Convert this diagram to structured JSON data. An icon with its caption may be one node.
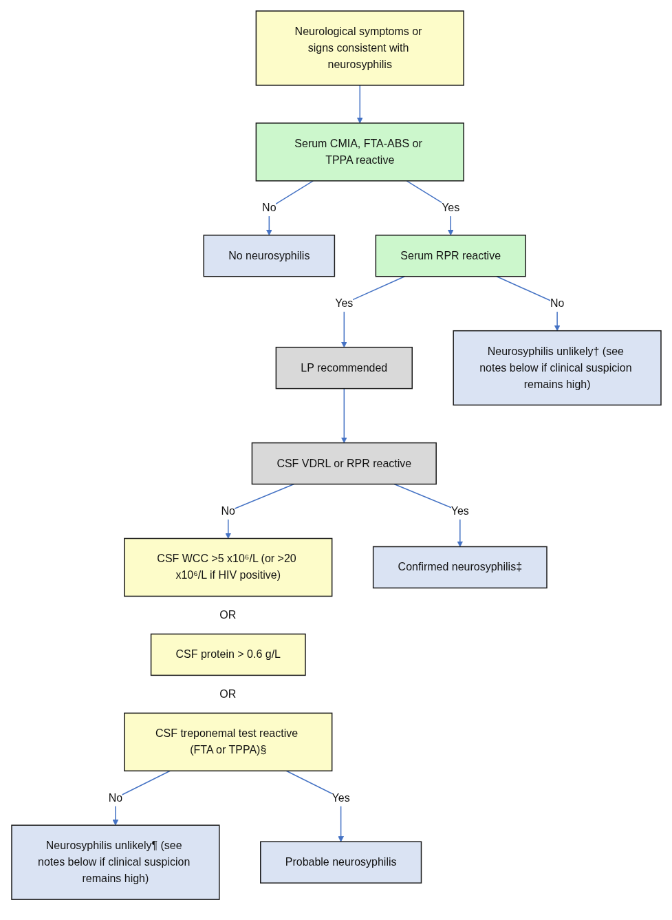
{
  "diagram": {
    "nodes": [
      {
        "text": [
          "Neurological symptoms or signs consistent with neurosyphilis"
        ]
      },
      {
        "text": [
          "Serum CMIA, FTA-ABS or TPPA reactive"
        ]
      },
      {
        "text": [
          "No neurosyphilis"
        ]
      },
      {
        "text": [
          "Serum RPR reactive"
        ]
      },
      {
        "text": [
          "LP recommended"
        ]
      },
      {
        "text": [
          "Neurosyphilis unlikely† (see notes below if clinical suspicion remains high)"
        ]
      },
      {
        "text": [
          "CSF VDRL or RPR reactive"
        ]
      },
      {
        "text": [
          "CSF WCC >5 x10⁶/L (or >20 x10⁶/L if HIV positive)"
        ]
      },
      {
        "text": [
          "Confirmed neurosyphilis‡"
        ]
      },
      {
        "text": [
          "CSF protein > 0.6 g/L"
        ]
      },
      {
        "text": [
          "CSF treponemal test reactive (FTA or TPPA)§"
        ]
      },
      {
        "text": [
          "Neurosyphilis unlikely¶ (see notes below if clinical suspicion remains high)"
        ]
      },
      {
        "text": [
          "Probable neurosyphilis"
        ]
      }
    ],
    "edges": [
      {
        "from": 0,
        "to": 1,
        "arrow": "to"
      },
      {
        "from": 1,
        "to": 2,
        "arrow": "to",
        "label": "No"
      },
      {
        "from": 1,
        "to": 3,
        "arrow": "to",
        "label": "Yes"
      },
      {
        "from": 3,
        "to": 4,
        "arrow": "to",
        "label": "Yes"
      },
      {
        "from": 3,
        "to": 5,
        "arrow": "to",
        "label": "No"
      },
      {
        "from": 4,
        "to": 6,
        "arrow": "to"
      },
      {
        "from": 6,
        "to": 7,
        "arrow": "to",
        "label": "No"
      },
      {
        "from": 6,
        "to": 8,
        "arrow": "to",
        "label": "Yes"
      },
      {
        "from": 10,
        "to": 11,
        "arrow": "to",
        "label": "No"
      },
      {
        "from": 10,
        "to": 12,
        "arrow": "to",
        "label": "Yes"
      }
    ],
    "labels": [
      "OR",
      "OR"
    ]
  }
}
